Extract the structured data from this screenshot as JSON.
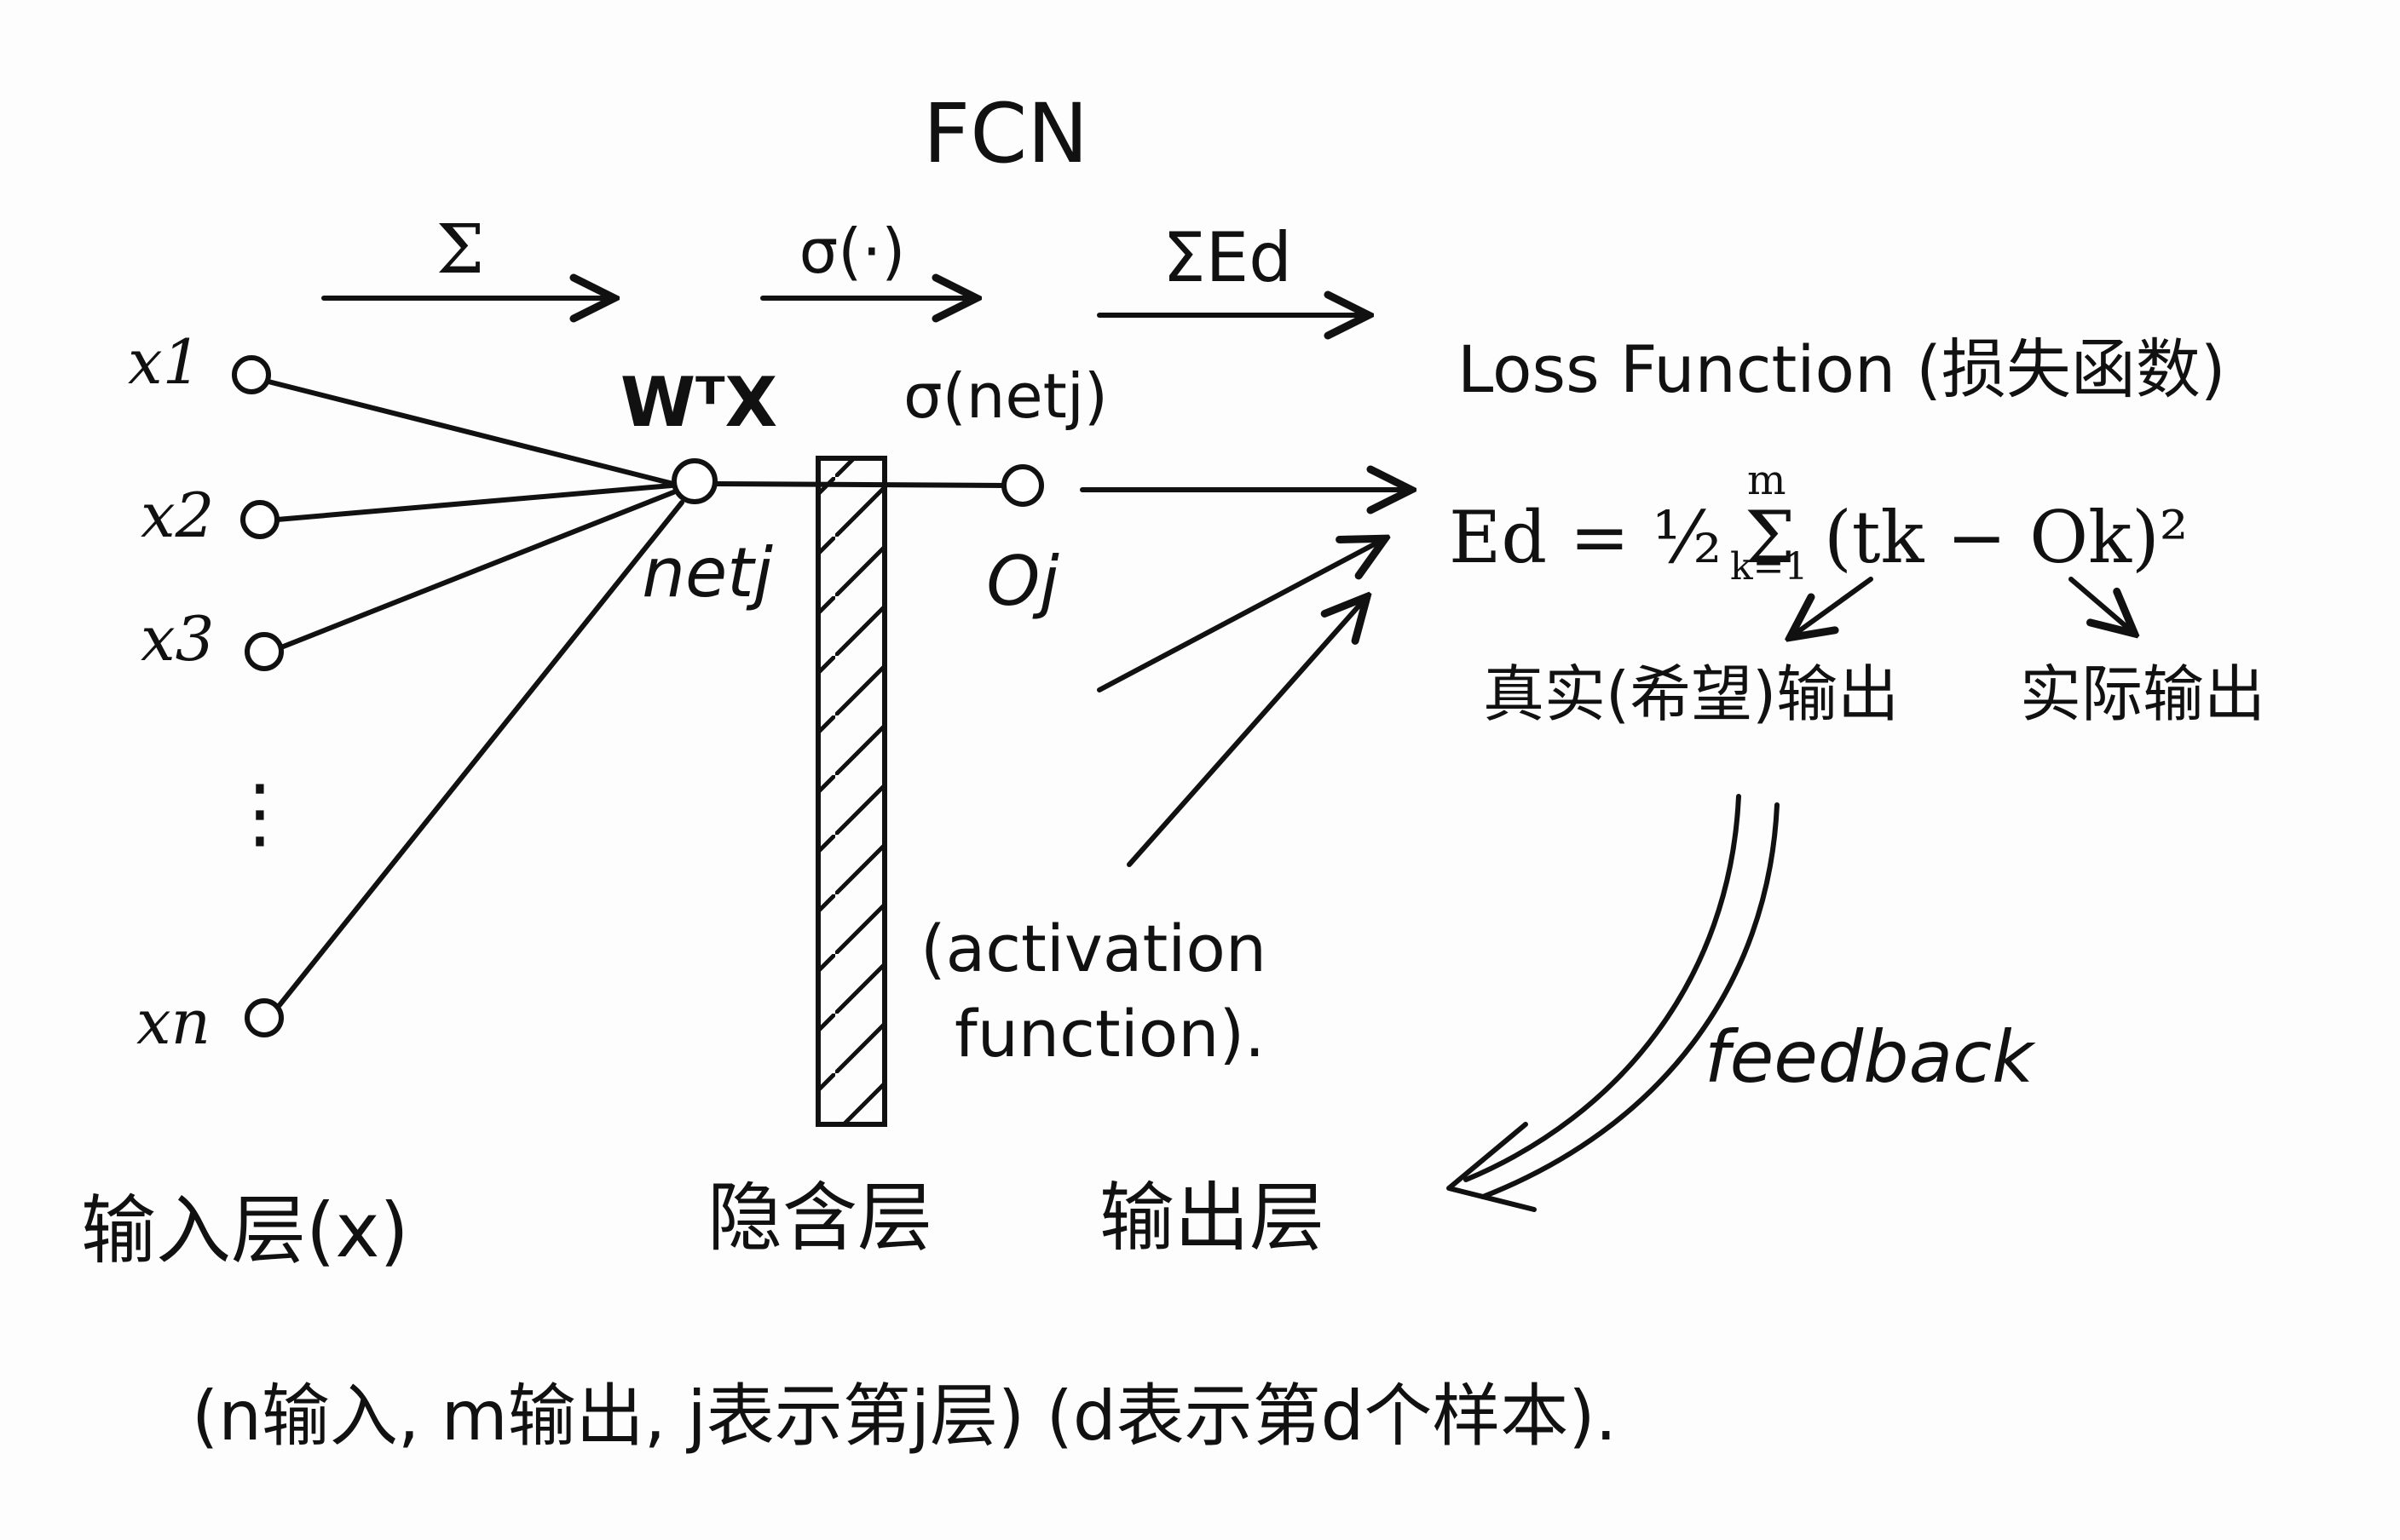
{
  "title": "FCN",
  "arrows": {
    "sum": "Σ",
    "activation": "σ(·)",
    "loss_sum": "ΣEd"
  },
  "inputs": {
    "x1": "x1",
    "x2": "x2",
    "x3": "x3",
    "dots": "⋮",
    "xn": "xn"
  },
  "hidden": {
    "weighted_sum": "WᵀX",
    "net": "netj",
    "sigma_net": "σ(netj)",
    "output": "Oj"
  },
  "loss": {
    "heading": "Loss Function (损失函数)",
    "formula": "Ed = ½ Σ",
    "formula_upper": "m",
    "formula_lower": "k=1",
    "formula_body": "(tk − Ok)²",
    "true_output": "真实(希望)输出",
    "actual_output": "实际输出"
  },
  "activation_note": {
    "line1": "(activation",
    "line2": "function)."
  },
  "feedback": "feedback",
  "layers": {
    "input": "输入层(x)",
    "hidden": "隐含层",
    "output": "输出层"
  },
  "footnote": "(n输入, m输出, j表示第j层) (d表示第d个样本)."
}
